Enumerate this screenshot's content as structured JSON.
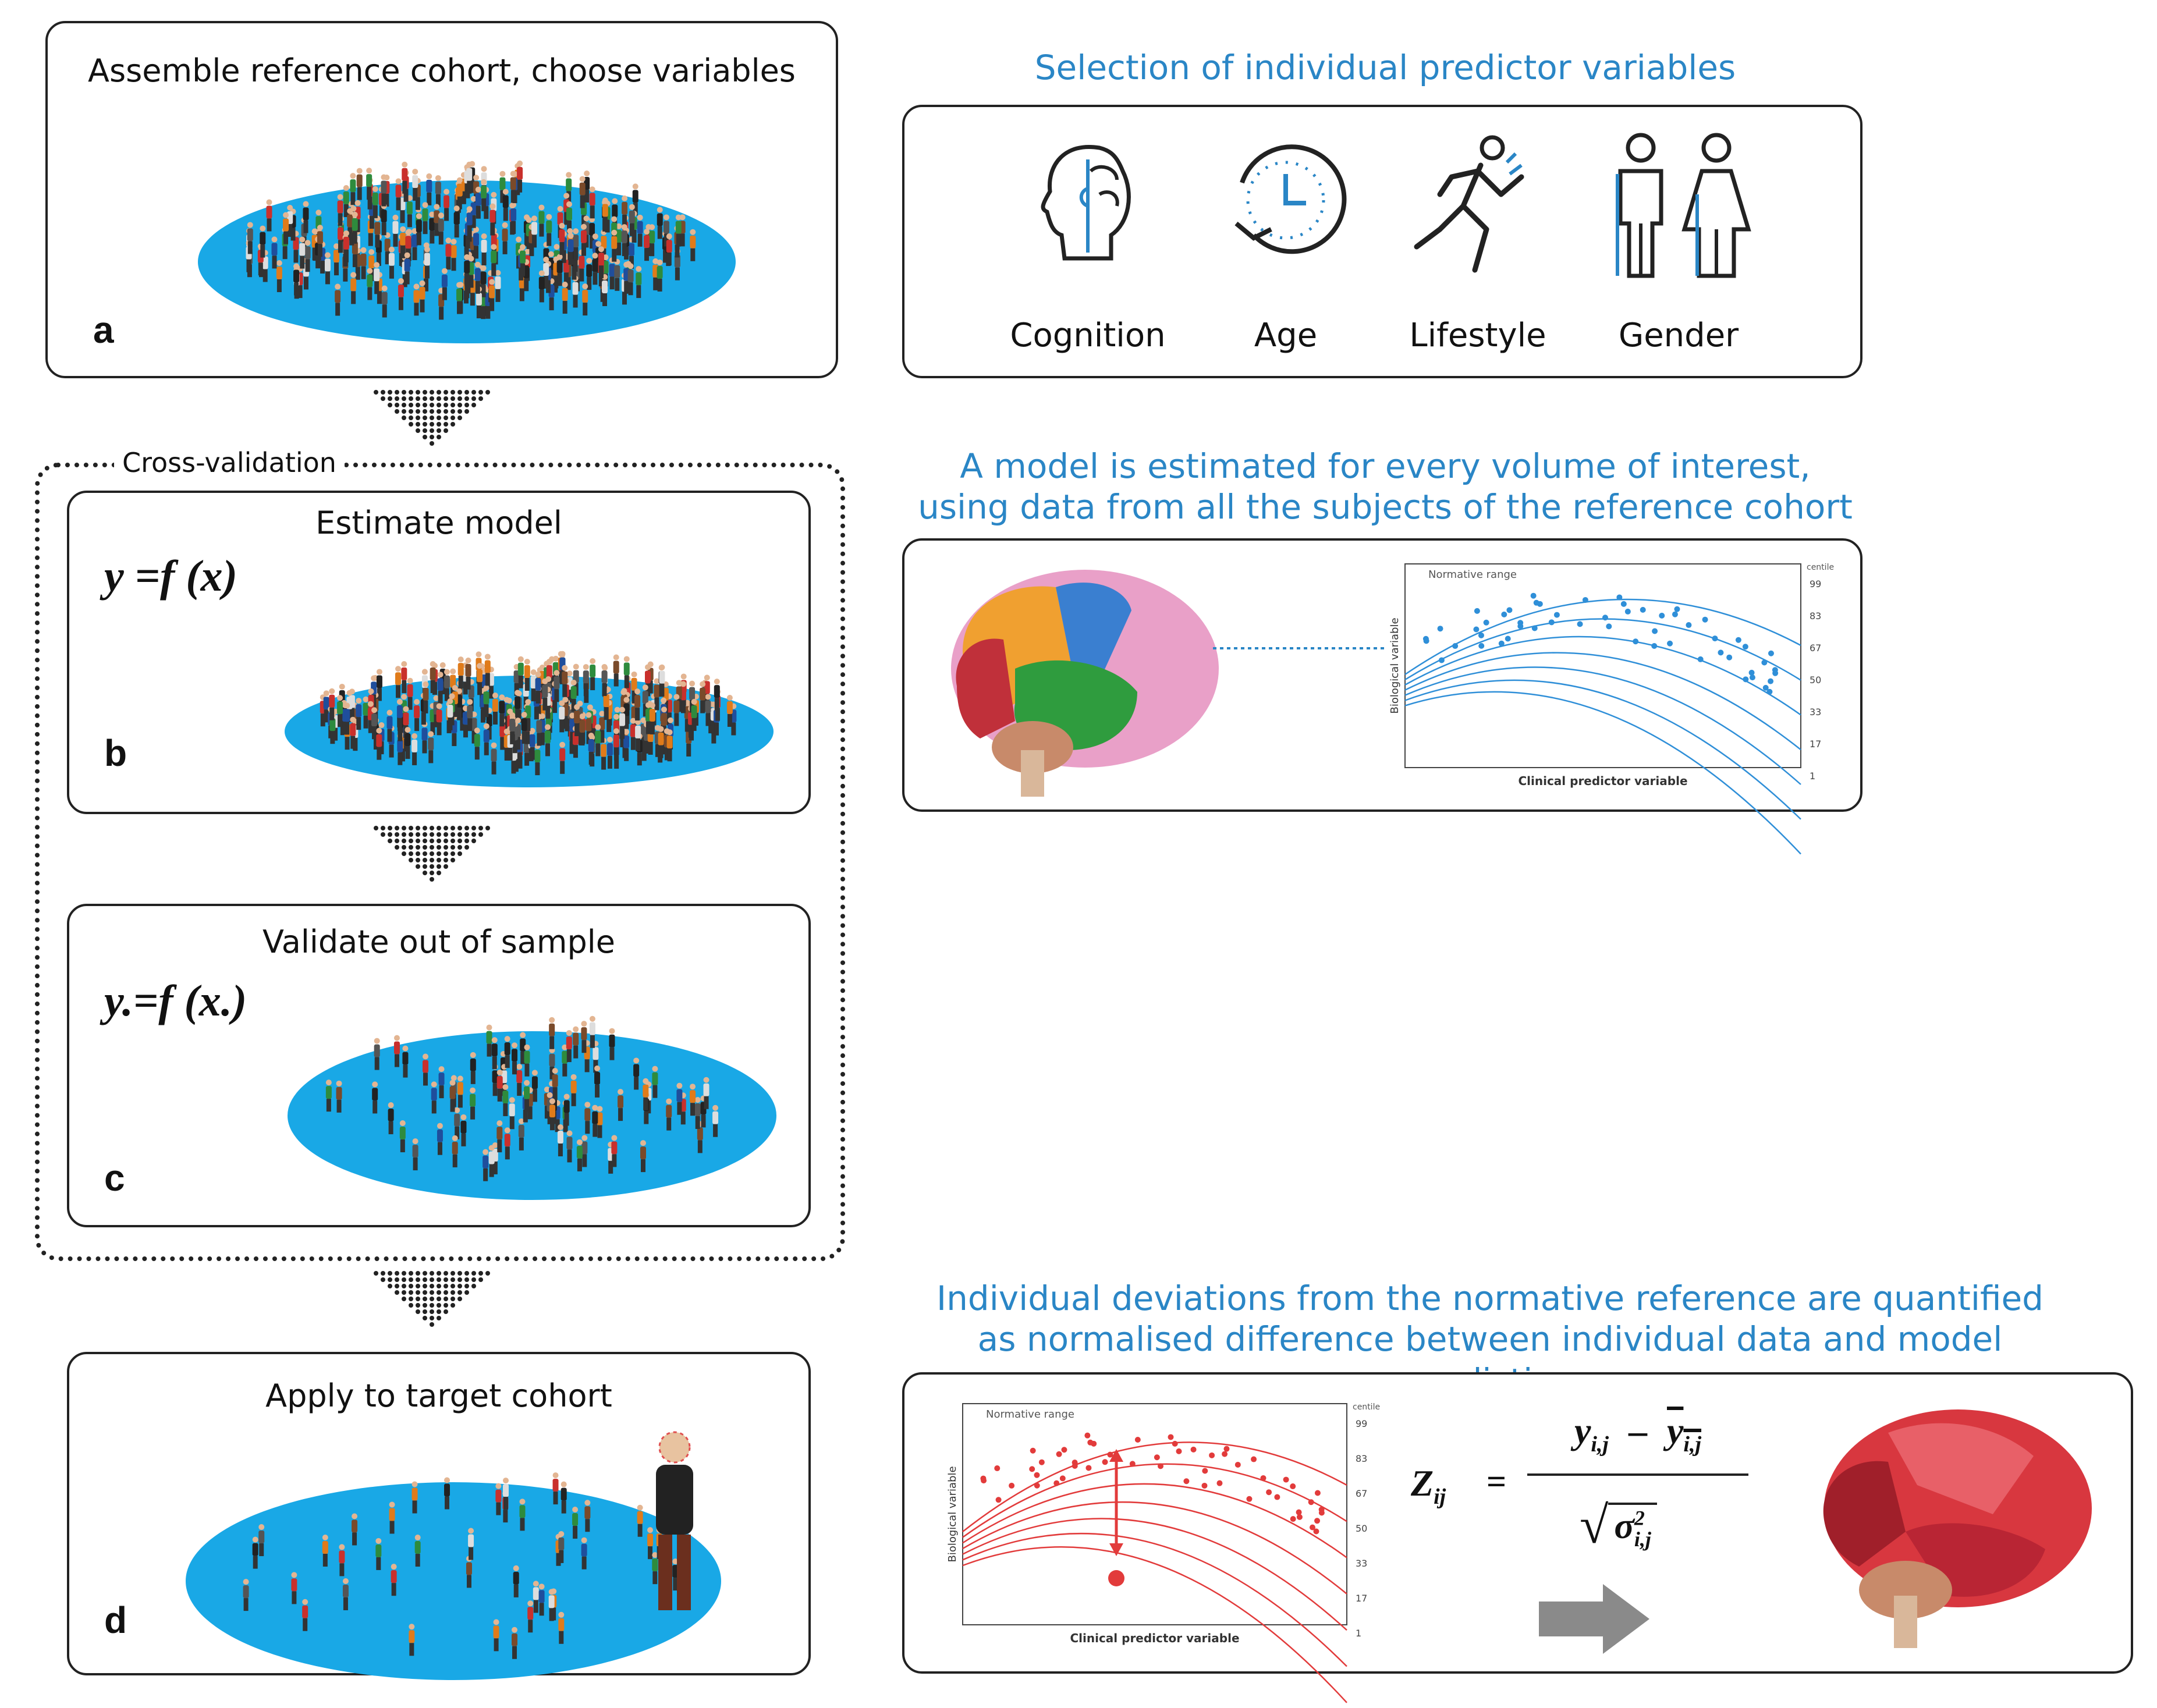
{
  "colors": {
    "disc": "#19a8e6",
    "blue_title": "#2a86c6",
    "plot_blue": "#2f8fd8",
    "plot_red": "#e23b3b",
    "arrow_gray": "#8a8a8a"
  },
  "panel_a": {
    "title": "Assemble reference cohort, choose variables",
    "letter": "a"
  },
  "predictors": {
    "title": "Selection of individual predictor variables",
    "items": [
      {
        "label": "Cognition",
        "icon": "head-puzzle-icon"
      },
      {
        "label": "Age",
        "icon": "clock-icon"
      },
      {
        "label": "Lifestyle",
        "icon": "runner-icon"
      },
      {
        "label": "Gender",
        "icon": "male-female-icon"
      }
    ]
  },
  "cross_validation": {
    "label": "Cross-validation"
  },
  "panel_b": {
    "title": "Estimate model",
    "formula": "y =f (x)",
    "letter": "b"
  },
  "panel_c": {
    "title": "Validate out of sample",
    "formula": "y.=f (x.)",
    "letter": "c"
  },
  "panel_d": {
    "title": "Apply to target cohort",
    "letter": "d"
  },
  "model_text": {
    "line1": "A model is estimated for every volume of interest,",
    "line2": "using data from all the subjects of the reference cohort"
  },
  "deviation_text": {
    "line1": "Individual deviations from the normative reference are quantified",
    "line2": "as normalised difference between individual data and model prediction"
  },
  "plot_top": {
    "range_label": "Normative range",
    "centile_label": "centile",
    "ylabel": "Biological variable",
    "xlabel": "Clinical predictor variable",
    "centiles": [
      "99",
      "83",
      "67",
      "50",
      "33",
      "17",
      "1"
    ]
  },
  "plot_bottom": {
    "range_label": "Normative range",
    "centile_label": "centile",
    "ylabel": "Biological variable",
    "xlabel": "Clinical predictor variable",
    "centiles": [
      "99",
      "83",
      "67",
      "50",
      "33",
      "17",
      "1"
    ]
  },
  "zscore": {
    "lhs": "Z",
    "lhs_sub": "ij",
    "equals": "=",
    "numerator_left": "y",
    "numerator_left_sub": "i,j",
    "minus": "–",
    "numerator_right": "y",
    "numerator_right_sub": "i,j",
    "denominator": "σ",
    "denominator_sup": "2",
    "denominator_sub": "i,j"
  }
}
